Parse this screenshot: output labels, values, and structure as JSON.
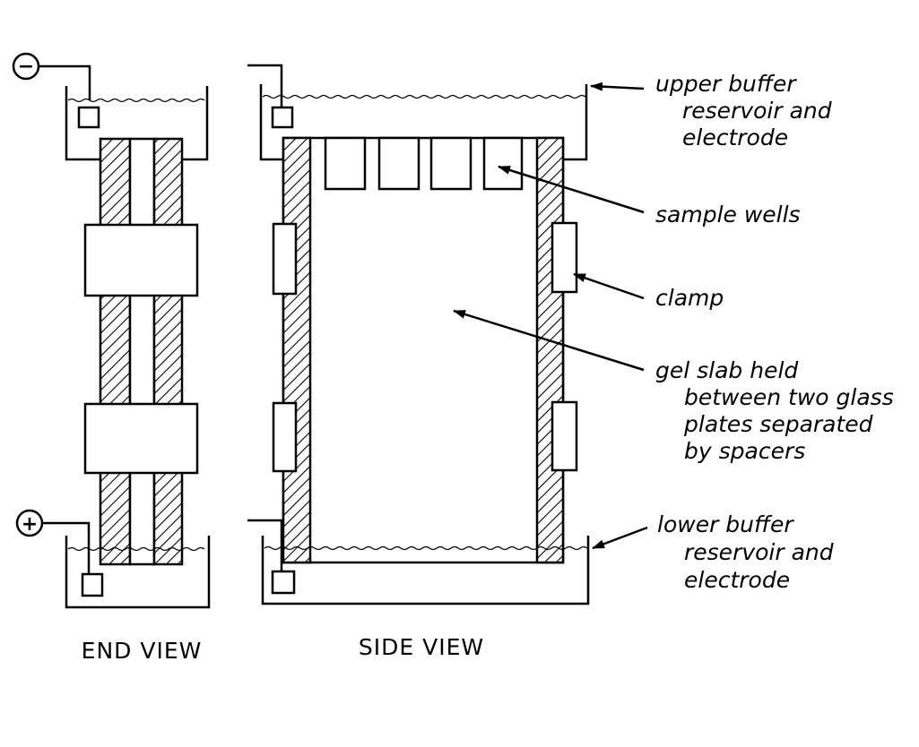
{
  "polarity": {
    "negative": "−",
    "positive": "+"
  },
  "labels": {
    "upper_buffer": [
      "upper buffer",
      "reservoir and",
      "electrode"
    ],
    "sample_wells": "sample wells",
    "clamp": "clamp",
    "gel_slab": [
      "gel slab held",
      "between two glass",
      "plates separated",
      "by spacers"
    ],
    "lower_buffer": [
      "lower buffer",
      "reservoir and",
      "electrode"
    ]
  },
  "views": {
    "end": "END VIEW",
    "side": "SIDE VIEW"
  }
}
